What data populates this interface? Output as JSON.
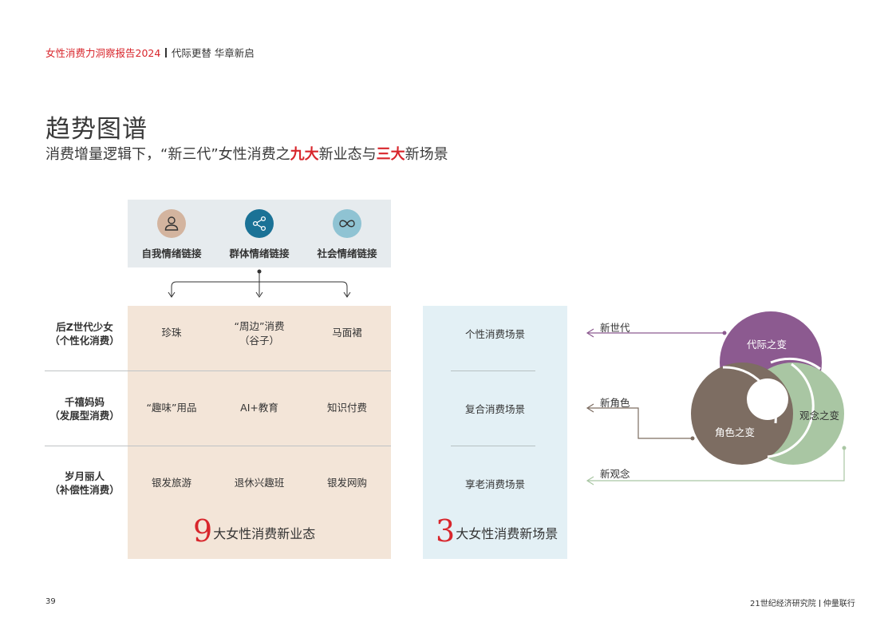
{
  "header": {
    "report": "女性消费力洞察报告2024",
    "tagline": "代际更替 华章新启"
  },
  "title": "趋势图谱",
  "subtitle": {
    "part1": "消费增量逻辑下，“新三代”女性消费之",
    "hl1": "九大",
    "part2": "新业态与",
    "hl2": "三大",
    "part3": "新场景"
  },
  "emotions": [
    {
      "label": "自我情绪链接",
      "icon": "person-icon",
      "color": "#d3b49f"
    },
    {
      "label": "群体情绪链接",
      "icon": "share-icon",
      "color": "#1b7296"
    },
    {
      "label": "社会情绪链接",
      "icon": "infinity-icon",
      "color": "#8fc3d3"
    }
  ],
  "rows": [
    {
      "label1": "后Z世代少女",
      "label2": "（个性化消费）",
      "cells": [
        "珍珠",
        "“周边”消费\n（谷子）",
        "马面裙"
      ],
      "scene": "个性消费场景",
      "arrow": "新世代"
    },
    {
      "label1": "千禧妈妈",
      "label2": "（发展型消费）",
      "cells": [
        "“趣味”用品",
        "AI+教育",
        "知识付费"
      ],
      "scene": "复合消费场景",
      "arrow": "新角色"
    },
    {
      "label1": "岁月丽人",
      "label2": "（补偿性消费）",
      "cells": [
        "银发旅游",
        "退休兴趣班",
        "银发网购"
      ],
      "scene": "享老消费场景",
      "arrow": "新观念"
    }
  ],
  "summary": {
    "biz_num": "9",
    "biz_text": "大女性消费新业态",
    "scene_num": "3",
    "scene_text": "大女性消费新场景"
  },
  "changes": [
    {
      "label": "代际之变",
      "color": "#8c5a90"
    },
    {
      "label": "观念之变",
      "color": "#a9c6a3"
    },
    {
      "label": "角色之变",
      "color": "#7d6d62"
    }
  ],
  "footer": {
    "page": "39",
    "org1": "21世纪经济研究院",
    "org2": "仲量联行"
  }
}
